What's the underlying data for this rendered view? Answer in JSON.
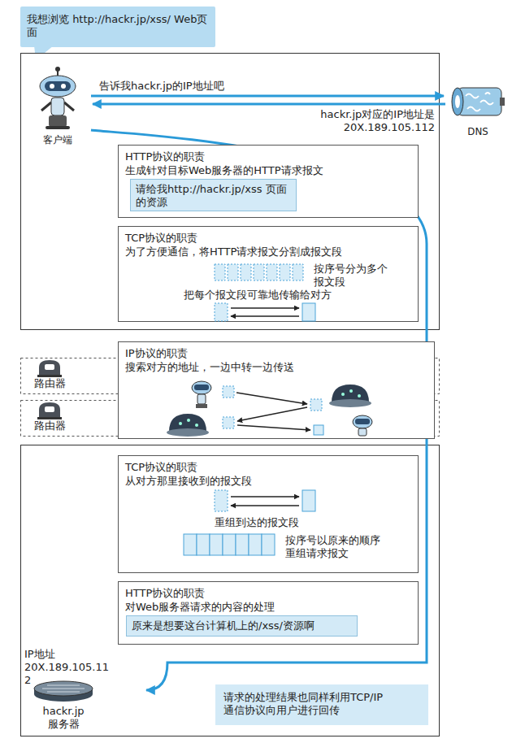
{
  "diagram": {
    "nodes": [
      {
        "text": [
          "我想浏览 http://hackr.jp/xss/ Web页面"
        ]
      },
      {
        "text": [
          "客户端"
        ]
      },
      {
        "text": [
          "DNS"
        ]
      },
      {
        "text": [
          "HTTP协议的职责",
          "生成针对目标Web服务器的HTTP请求报文"
        ]
      },
      {
        "text": [
          "请给我http://hackr.jp/xss 页面的资源"
        ],
        "in": 3
      },
      {
        "text": [
          "TCP协议的职责",
          "为了方便通信，将HTTP请求报文分割成报文段",
          "按序号分为多个报文段",
          "把每个报文段可靠地传输给对方"
        ]
      },
      {
        "text": [
          "IP协议的职责",
          "搜索对方的地址，一边中转一边传送"
        ]
      },
      {
        "text": [
          "TCP协议的职责",
          "从对方那里接收到的报文段",
          "重组到达的报文段",
          "按序号以原来的顺序 重组请求报文"
        ]
      },
      {
        "text": [
          "HTTP协议的职责",
          "对Web服务器请求的内容的处理"
        ]
      },
      {
        "text": [
          "原来是想要这台计算机上的/xss/资源啊"
        ],
        "in": 8
      },
      {
        "text": [
          "IP地址 20X.189.105.112",
          "hackr.jp 服务器"
        ]
      },
      {
        "text": [
          "请求的处理结果也同样利用TCP/IP 通信协议向用户进行回传"
        ]
      }
    ],
    "edges": [
      {
        "from": 1,
        "to": 2,
        "label": "告诉我hackr.jp的IP地址吧",
        "arrow": "to"
      },
      {
        "from": 2,
        "to": 1,
        "label": "hackr.jp对应的IP地址是 20X.189.105.112",
        "arrow": "to"
      },
      {
        "from": 1,
        "to": 10,
        "arrow": "to"
      }
    ],
    "labels": [
      "路由器",
      "路由器"
    ]
  }
}
